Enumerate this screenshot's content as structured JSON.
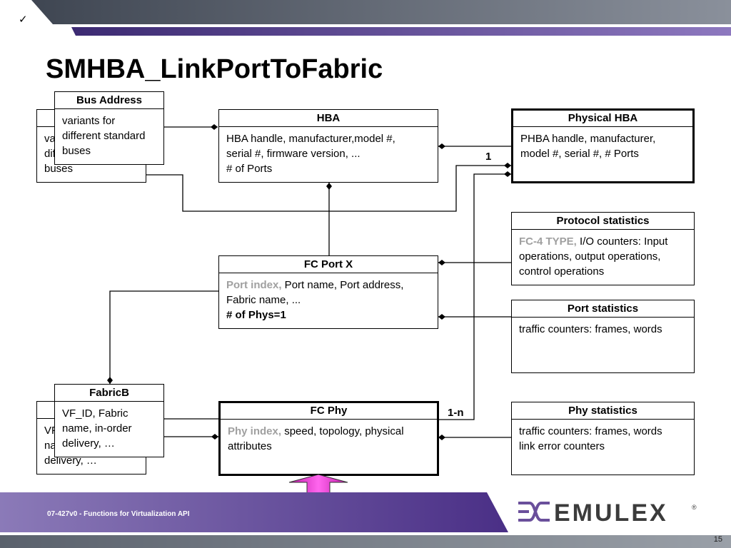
{
  "slide": {
    "check_glyph": "✓",
    "title": "SMHBA_LinkPortToFabric",
    "footer": "07-427v0 - Functions for Virtualization API",
    "slide_number": "15",
    "logo_text": "EMULEX",
    "logo_mark": "®"
  },
  "colors": {
    "accent_purple": "#6a4f9b",
    "header_gray": "#5b6370",
    "arrow_magenta": "#ee33cc"
  },
  "boxes": {
    "bus_back": {
      "body": "variants for different standard buses"
    },
    "bus_front": {
      "title": "Bus Address",
      "body": "variants for different standard buses"
    },
    "hba": {
      "title": "HBA",
      "line1": "HBA handle, manufacturer,model #,",
      "line2": "serial #, firmware version, ...",
      "line3": "# of Ports"
    },
    "physical_hba": {
      "title": "Physical HBA",
      "body": "PHBA handle, manufacturer, model #, serial #, # Ports"
    },
    "protocol_stats": {
      "title": "Protocol statistics",
      "gray": "FC-4 TYPE,",
      "body": " I/O counters: Input operations, output operations, control operations"
    },
    "fc_port": {
      "title": "FC Port X",
      "gray": "Port index,",
      "body": " Port name, Port address, Fabric name, ...",
      "bold": "# of Phys=1"
    },
    "port_stats": {
      "title": "Port statistics",
      "body": "traffic counters: frames, words"
    },
    "fabric_back": {
      "body": "VF_ID, Fabric name, in-order delivery, …"
    },
    "fabric_front": {
      "title": "FabricB",
      "body": "VF_ID, Fabric name, in-order delivery, …"
    },
    "fc_phy": {
      "title": "FC Phy",
      "gray": "Phy index,",
      "body": " speed, topology, physical attributes"
    },
    "phy_stats": {
      "title": "Phy statistics",
      "line1": "traffic counters: frames, words",
      "line2": "link error counters"
    }
  },
  "multiplicity": {
    "one": "1",
    "one_to_n": "1-n"
  }
}
